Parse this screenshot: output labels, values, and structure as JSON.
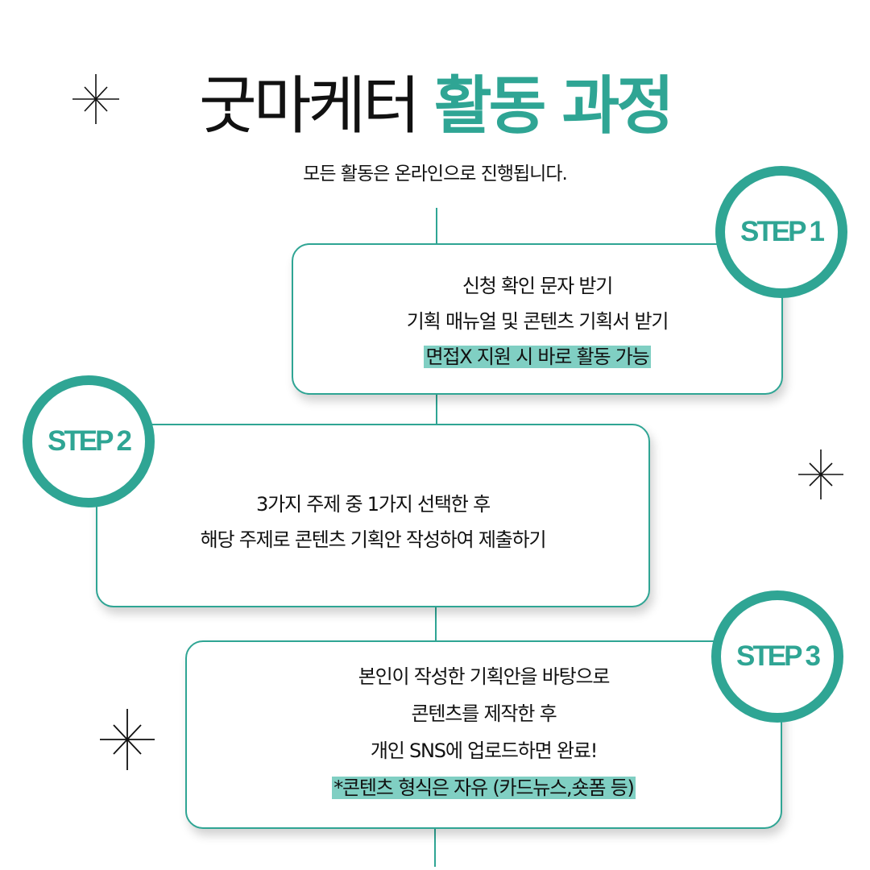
{
  "header": {
    "title_plain": "굿마케터",
    "title_accent": "활동 과정",
    "subtitle": "모든 활동은 온라인으로 진행됩니다."
  },
  "steps": [
    {
      "badge": "STEP 1",
      "lines": [
        "신청 확인 문자 받기",
        "기획 매뉴얼 및 콘텐츠 기획서 받기"
      ],
      "highlight": "면접X  지원 시 바로 활동 가능"
    },
    {
      "badge": "STEP 2",
      "lines": [
        "3가지 주제 중 1가지 선택한 후",
        "해당 주제로 콘텐츠 기획안 작성하여 제출하기"
      ]
    },
    {
      "badge": "STEP 3",
      "lines": [
        "본인이 작성한 기획안을 바탕으로",
        "콘텐츠를 제작한 후",
        "개인 SNS에 업로드하면 완료!"
      ],
      "highlight": "*콘텐츠 형식은 자유 (카드뉴스,숏폼 등)"
    }
  ],
  "colors": {
    "accent": "#2fa594",
    "highlight": "#80cfc3"
  }
}
